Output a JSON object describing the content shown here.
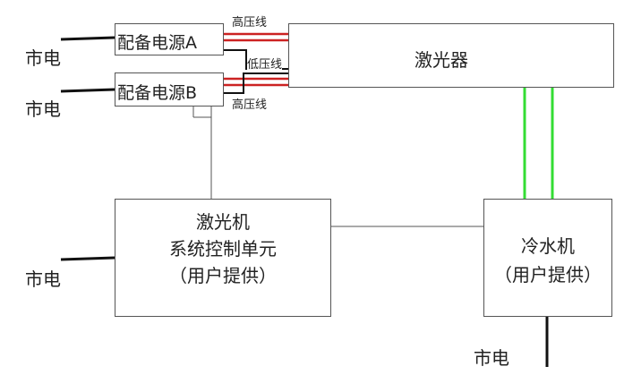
{
  "mains": {
    "left_a": "市电",
    "left_b": "市电",
    "left_ctrl": "市电",
    "bottom_chiller": "市电"
  },
  "power_a": "配备电源A",
  "power_b": "配备电源B",
  "cables": {
    "hv_top": "高压线",
    "lv_mid": "低压线",
    "hv_bottom": "高压线"
  },
  "laser": "激光器",
  "control_unit": {
    "line1": "激光机",
    "line2": "系统控制单元",
    "line3": "（用户提供）"
  },
  "chiller": {
    "line1": "冷水机",
    "line2": "（用户提供）"
  },
  "colors": {
    "hv_line": "#cc2222",
    "lv_line": "#111111",
    "water_pipe": "#33dd33",
    "box_border": "#555555"
  }
}
